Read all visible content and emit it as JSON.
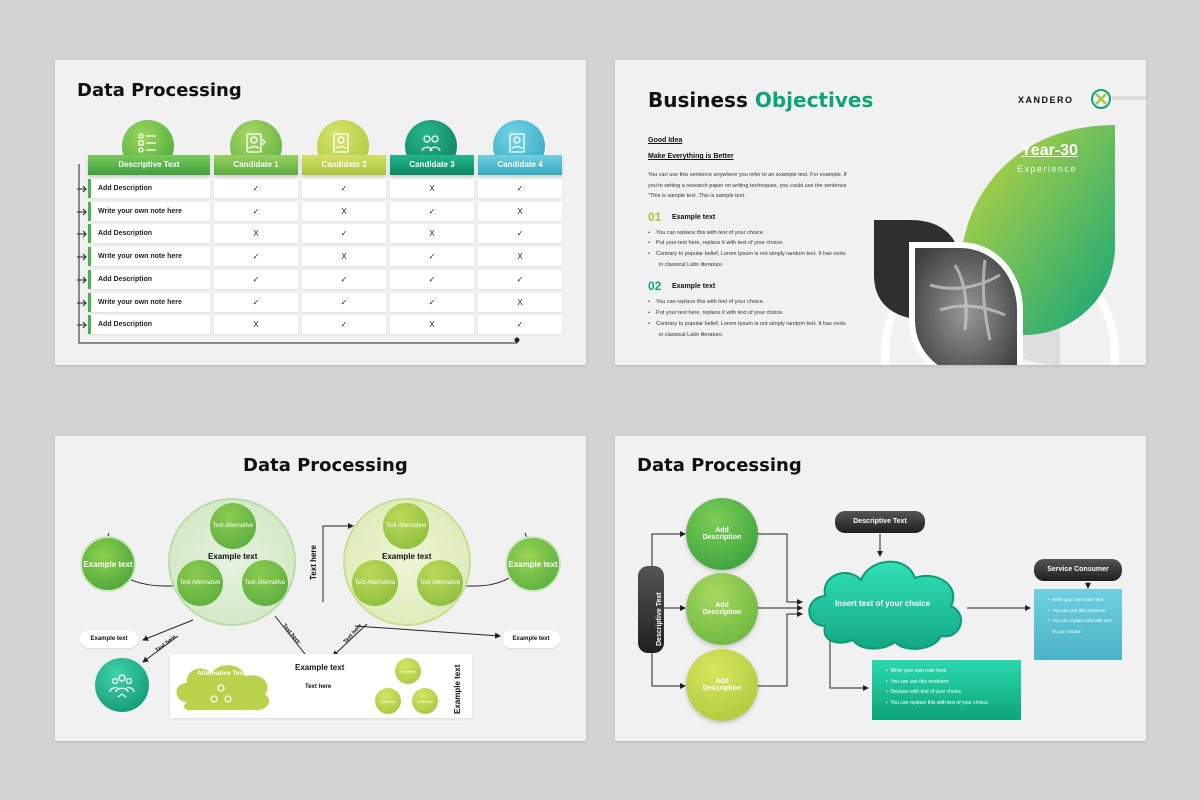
{
  "slide1": {
    "title": "Data Processing",
    "columns": [
      "Descriptive Text",
      "Candidate 1",
      "Candidate 2",
      "Candidate 3",
      "Candidate 4"
    ],
    "rows": [
      {
        "label": "Add Description",
        "values": [
          "✓",
          "✓",
          "X",
          "✓"
        ]
      },
      {
        "label": "Write your own note here",
        "values": [
          "✓",
          "X",
          "✓",
          "X"
        ]
      },
      {
        "label": "Add Description",
        "values": [
          "X",
          "✓",
          "X",
          "✓"
        ]
      },
      {
        "label": "Write your own note here",
        "values": [
          "✓",
          "X",
          "✓",
          "X"
        ]
      },
      {
        "label": "Add Description",
        "values": [
          "✓",
          "✓",
          "✓",
          "✓"
        ]
      },
      {
        "label": "Write your own note here",
        "values": [
          "✓",
          "✓",
          "✓",
          "X"
        ]
      },
      {
        "label": "Add Description",
        "values": [
          "X",
          "✓",
          "X",
          "✓"
        ]
      }
    ]
  },
  "slide2": {
    "title_part1": "Business",
    "title_part2": "Objectives",
    "brand": "XANDERO",
    "good_idea": "Good Idea",
    "subheading": "Make Everything is Better",
    "paragraph": "You can use this sentence anywhere you refer to an example text. For example, if you're writing a research paper on writing techniques, you could use the sentence \"This is sample text. This is sample text.",
    "items": [
      {
        "num": "01",
        "heading": "Example text",
        "bullets": [
          "You can replace this with text of your choice.",
          "Put your text here, replace it with text of your choice.",
          "Contrary to popular belief, Lorem Ipsum is not simply random text. It has roots",
          "in classical Latin literature."
        ]
      },
      {
        "num": "02",
        "heading": "Example text",
        "bullets": [
          "You can replace this with text of your choice.",
          "Put your text here, replace it with text of your choice.",
          "Contrary to popular belief, Lorem Ipsum is not simply random text. It has roots",
          "in classical Latin literature."
        ]
      }
    ],
    "year": "Year-30",
    "experience": "Experience"
  },
  "slide3": {
    "title": "Data Processing",
    "left_example": "Example text",
    "right_example": "Example text",
    "cluster_label": "Example text",
    "text_alternative": "Text Alternative",
    "example_pill_left": "Example text",
    "example_pill_right": "Example text",
    "text_here": "Text here",
    "center_example": "Example text",
    "alternative_text": "Alternative Text",
    "text_here_small": "Text here",
    "example_text_vertical": "Example text"
  },
  "slide4": {
    "title": "Data Processing",
    "descriptive_vertical": "Descriptive Text",
    "add_description": "Add Description",
    "descriptive_top": "Descriptive Text",
    "cloud_text": "Insert text of your choice",
    "service_consumer": "Service Consumer",
    "green_box": [
      "Write your own note here",
      "You can use this sentence",
      "Replace with text of your choice",
      "You can replace this with text of your choice."
    ],
    "blue_box": [
      "Write your own note here",
      "You can use this sentence",
      "You can replace this with text",
      "of your choice."
    ]
  },
  "colors": {
    "accent_green": "#0ea47a",
    "lime": "#a9c93c",
    "teal": "#2ec4a8",
    "blue": "#4ab8cf",
    "dark": "#222222"
  }
}
